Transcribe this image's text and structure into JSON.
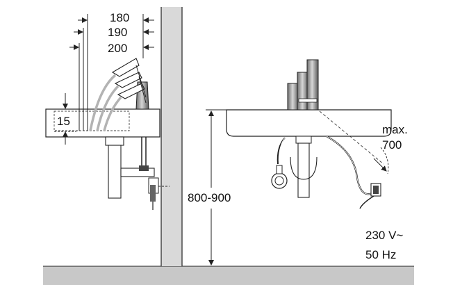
{
  "labels": {
    "spout_180": "180",
    "spout_190": "190",
    "spout_200": "200",
    "basin_depth": "15",
    "height_range": "800-900",
    "cable_max": "max.",
    "cable_length": "700",
    "voltage": "230 V~",
    "frequency": "50 Hz"
  },
  "colors": {
    "wall": "#d9d9d9",
    "floor": "#c8c8c8",
    "line": "#222222",
    "water": "#b3b3b3"
  }
}
